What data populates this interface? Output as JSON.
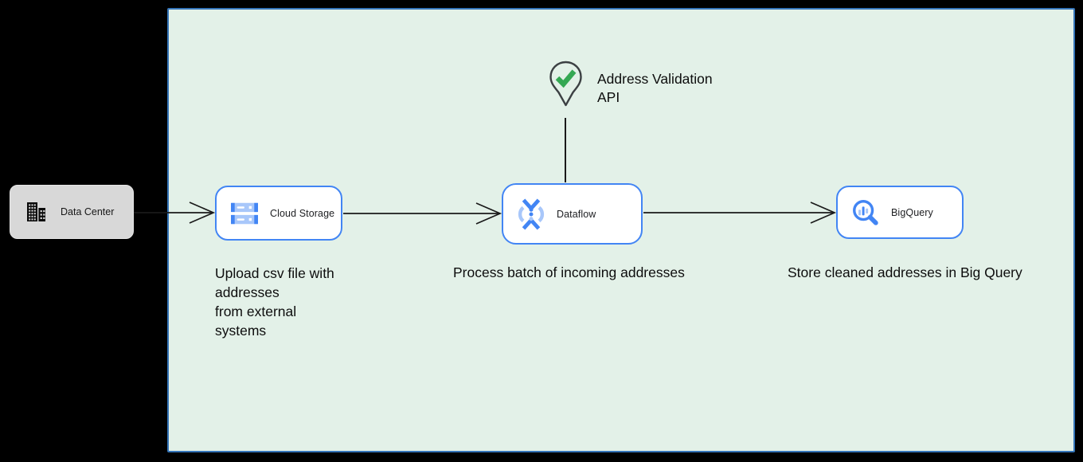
{
  "colors": {
    "canvas_bg": "#000000",
    "zone_fill": "#E3F1E8",
    "zone_border": "#3474B8",
    "node_border": "#4285F4",
    "node_fill": "#FFFFFF",
    "external_fill": "#D8D8D8",
    "icon_blue": "#4285F4",
    "icon_blue_light": "#A8C7FA",
    "check_green": "#34A853",
    "text": "#111111"
  },
  "external_node": {
    "label": "Data Center",
    "icon": "building-icon"
  },
  "nodes": {
    "cloud_storage": {
      "label": "Cloud Storage",
      "icon": "cloud-storage-icon"
    },
    "dataflow": {
      "label": "Dataflow",
      "icon": "dataflow-icon"
    },
    "bigquery": {
      "label": "BigQuery",
      "icon": "bigquery-icon"
    }
  },
  "annotation": {
    "line1": "Address Validation",
    "line2": "API",
    "icon": "map-pin-check-icon"
  },
  "captions": {
    "cloud_storage_lines": [
      "Upload csv file with",
      "addresses",
      "from external",
      "systems"
    ],
    "dataflow": "Process batch of incoming addresses",
    "bigquery": "Store cleaned addresses in Big Query"
  },
  "connections": [
    {
      "from": "Data Center",
      "to": "Cloud Storage",
      "type": "arrow"
    },
    {
      "from": "Cloud Storage",
      "to": "Dataflow",
      "type": "arrow"
    },
    {
      "from": "Dataflow",
      "to": "BigQuery",
      "type": "arrow"
    },
    {
      "from": "Address Validation API",
      "to": "Dataflow",
      "type": "line"
    }
  ]
}
